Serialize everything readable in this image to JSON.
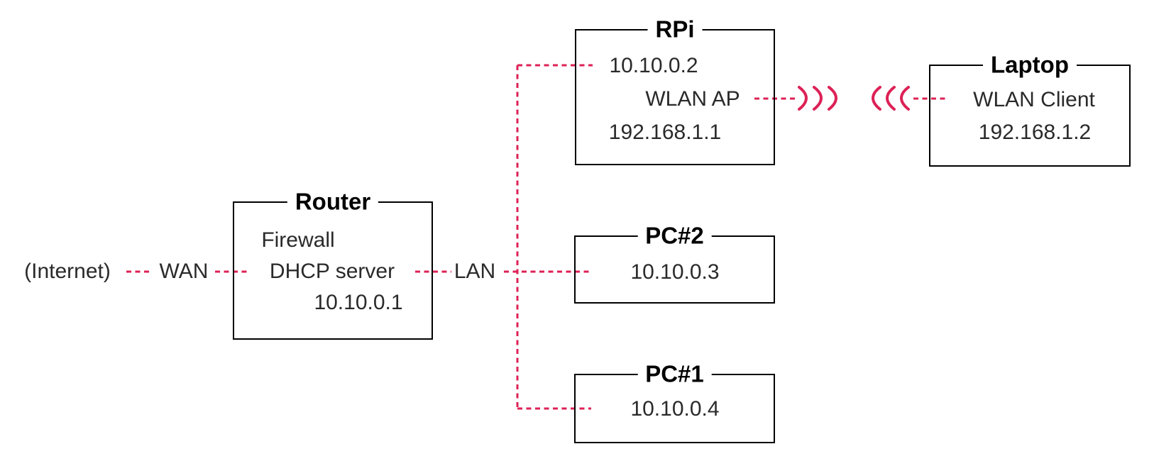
{
  "diagram_type": "network-topology",
  "colors": {
    "background": "#ffffff",
    "ink": "#000000",
    "text": "#2a2a2a",
    "link": "#dd2156"
  },
  "labels": {
    "internet": "(Internet)",
    "wan": "WAN",
    "lan": "LAN"
  },
  "nodes": {
    "router": {
      "title": "Router",
      "lines": [
        "Firewall",
        "DHCP server",
        "10.10.0.1"
      ]
    },
    "rpi": {
      "title": "RPi",
      "lines": [
        "10.10.0.2",
        "WLAN AP",
        "192.168.1.1"
      ]
    },
    "laptop": {
      "title": "Laptop",
      "lines": [
        "WLAN Client",
        "192.168.1.2"
      ]
    },
    "pc2": {
      "title": "PC#2",
      "lines": [
        "10.10.0.3"
      ]
    },
    "pc1": {
      "title": "PC#1",
      "lines": [
        "10.10.0.4"
      ]
    }
  },
  "icons": {
    "wifi_out": "wifi-waves-right",
    "wifi_in": "wifi-waves-left"
  },
  "connections": [
    {
      "from": "Internet",
      "to": "Router",
      "via": "WAN",
      "style": "dashed"
    },
    {
      "from": "Router",
      "to": "RPi",
      "via": "LAN",
      "style": "dashed"
    },
    {
      "from": "Router",
      "to": "PC#2",
      "via": "LAN",
      "style": "dashed"
    },
    {
      "from": "Router",
      "to": "PC#1",
      "via": "LAN",
      "style": "dashed"
    },
    {
      "from": "RPi WLAN AP",
      "to": "Laptop WLAN Client",
      "via": "wireless",
      "style": "dashed"
    }
  ]
}
